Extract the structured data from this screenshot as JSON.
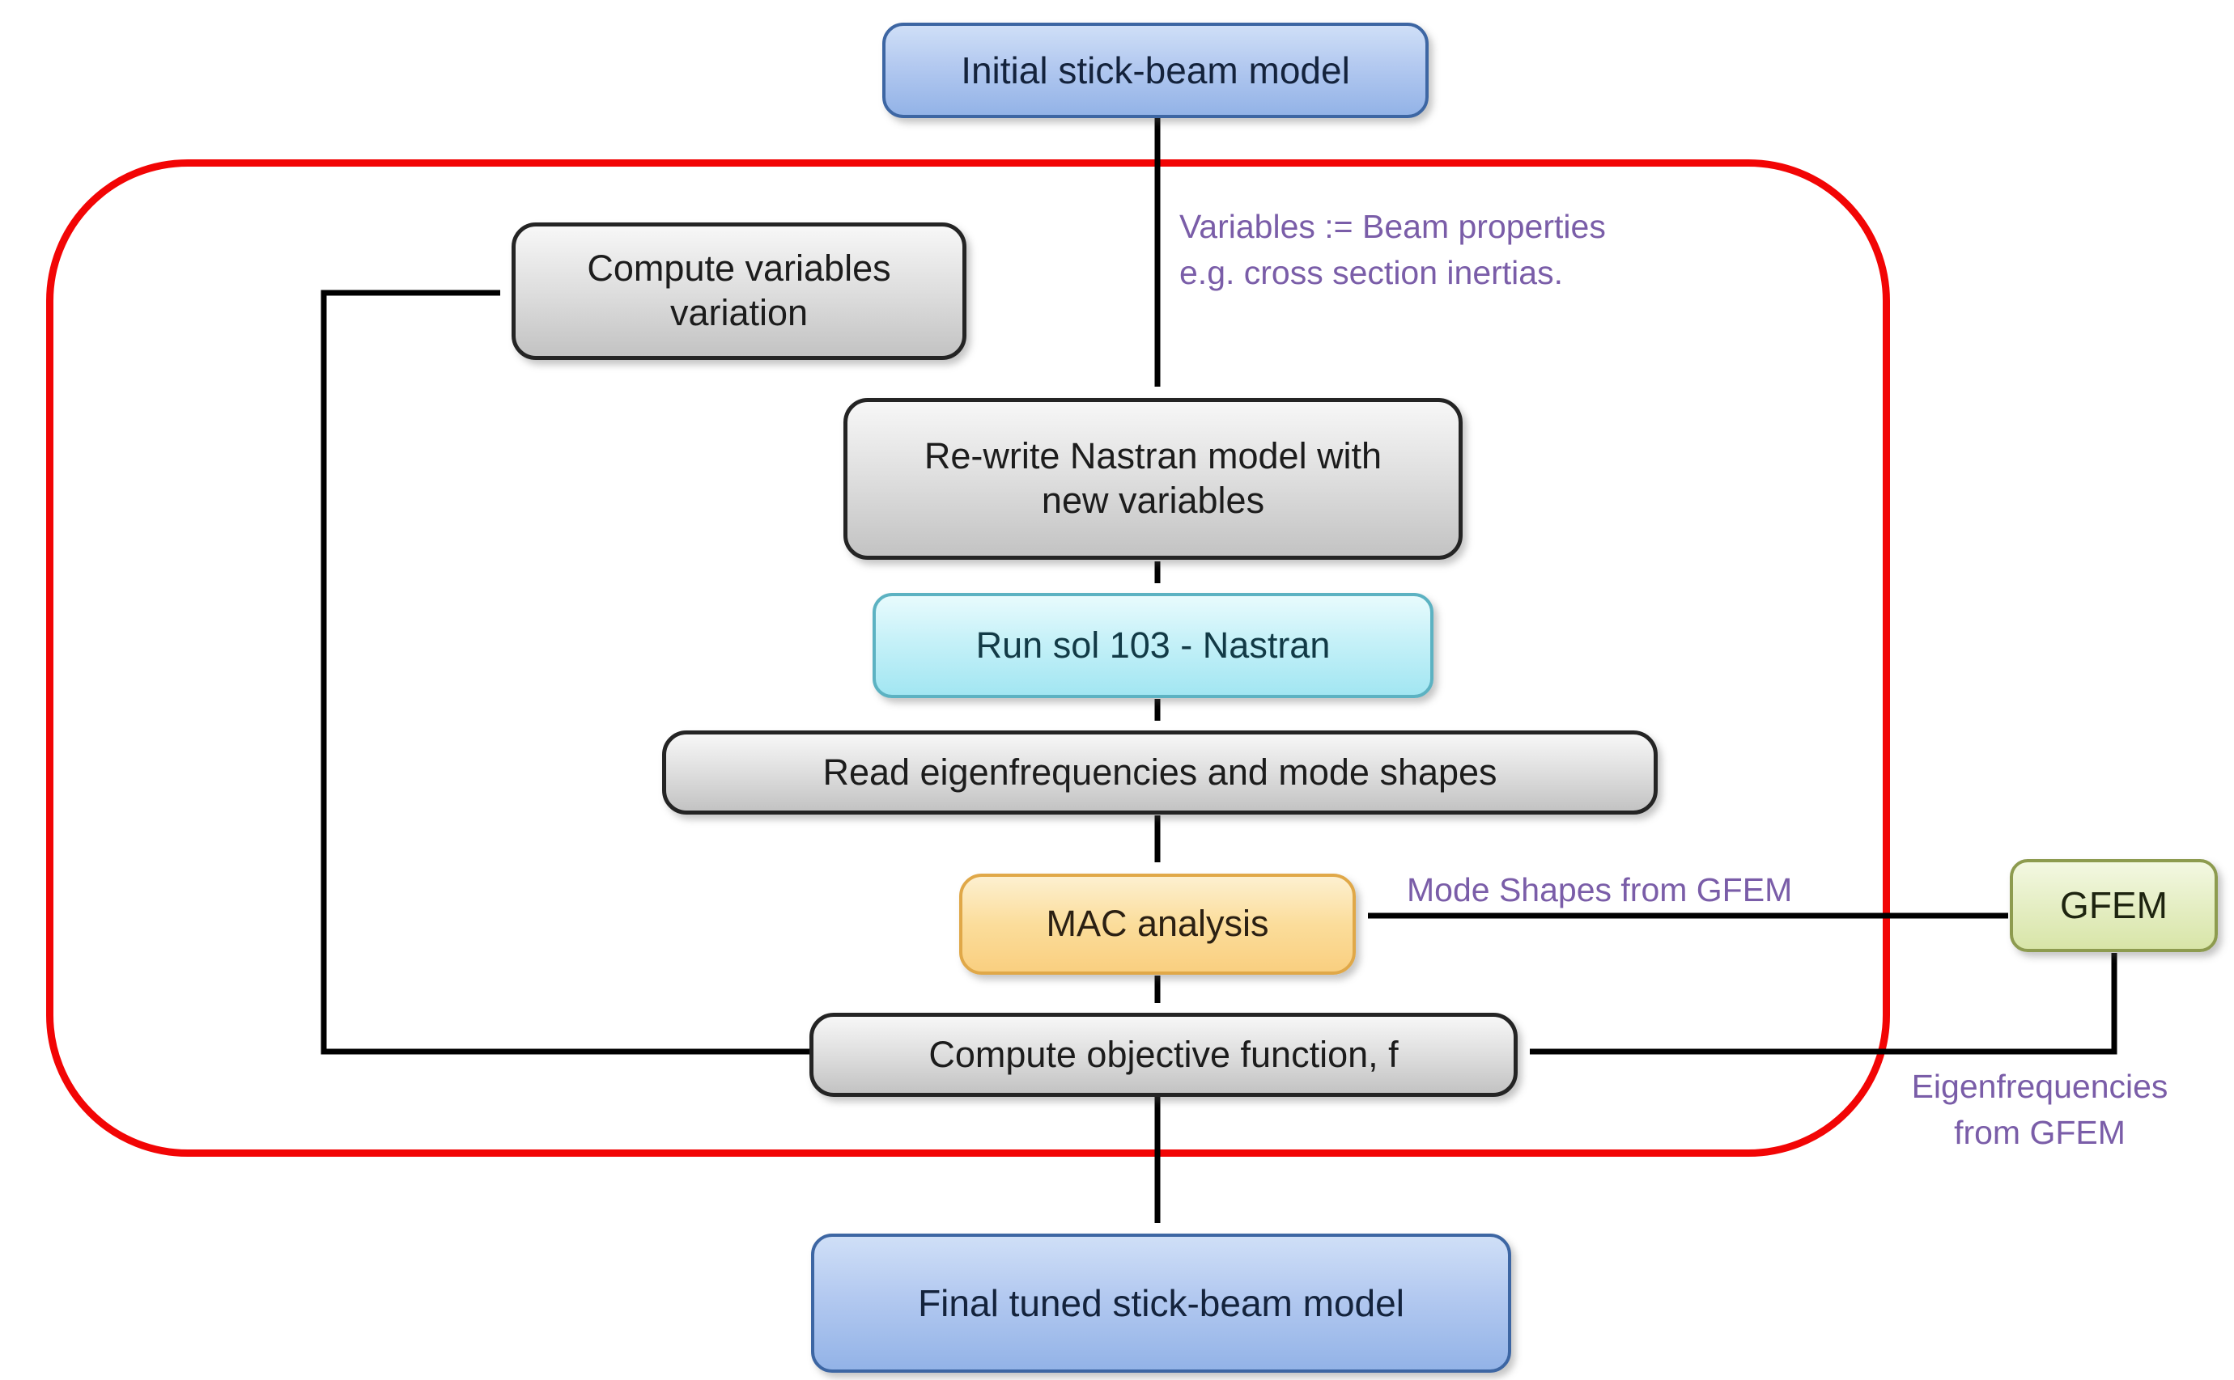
{
  "diagram": {
    "nodes": {
      "initial": {
        "label": "Initial stick-beam model"
      },
      "compute_variables": {
        "line1": "Compute variables",
        "line2": "variation"
      },
      "rewrite": {
        "line1": "Re-write Nastran model with",
        "line2": "new variables"
      },
      "run_sol": {
        "label": "Run sol 103 - Nastran"
      },
      "read_eigen": {
        "label": "Read eigenfrequencies and mode shapes"
      },
      "mac": {
        "label": "MAC analysis"
      },
      "gfem": {
        "label": "GFEM"
      },
      "objective": {
        "label": "Compute objective function, f"
      },
      "final": {
        "label": "Final tuned stick-beam model"
      }
    },
    "annotations": {
      "variables_note": {
        "line1": "Variables := Beam properties",
        "line2": "e.g. cross section inertias."
      },
      "mode_shapes_note": "Mode Shapes from GFEM",
      "eigenfrequencies_note": {
        "line1": "Eigenfrequencies",
        "line2": "from GFEM"
      }
    },
    "colors": {
      "annotation_text": "#7a5da8",
      "loop_border": "#f20505",
      "arrow": "#000000",
      "blue_node_fill": "#b3c9f0",
      "blue_node_border": "#3d66a3",
      "gray_node_fill": "#dedede",
      "gray_node_border": "#242424",
      "cyan_node_fill": "#c6f1f8",
      "cyan_node_border": "#5cb2c2",
      "orange_node_fill": "#fbdd9b",
      "orange_node_border": "#e0a848",
      "green_node_fill": "#e5eec4",
      "green_node_border": "#8d9b4f"
    }
  }
}
